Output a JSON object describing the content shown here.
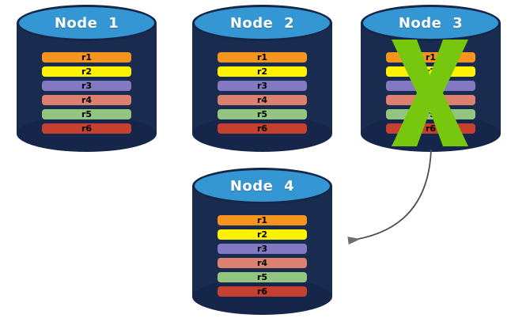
{
  "colors": {
    "background": "#FFFFFF",
    "cylinder_body": "#1A2B50",
    "cylinder_bottom": "#16254A",
    "cylinder_top_fill": "#3497D4",
    "node_label_text": "#FFFFFF",
    "row_label_text": "#000000",
    "failure_x": "#77C70E",
    "arrow_line": "#4D4D4D",
    "arrow_head": "#6E6E6E"
  },
  "nodes": [
    {
      "label": "Node 1",
      "failed": false,
      "rows": [
        {
          "label": "r1",
          "color": "#F7941E"
        },
        {
          "label": "r2",
          "color": "#FFF200"
        },
        {
          "label": "r3",
          "color": "#8379C2"
        },
        {
          "label": "r4",
          "color": "#DC8170"
        },
        {
          "label": "r5",
          "color": "#92C57F"
        },
        {
          "label": "r6",
          "color": "#C5402F"
        }
      ]
    },
    {
      "label": "Node 2",
      "failed": false,
      "rows": [
        {
          "label": "r1",
          "color": "#F7941E"
        },
        {
          "label": "r2",
          "color": "#FFF200"
        },
        {
          "label": "r3",
          "color": "#8379C2"
        },
        {
          "label": "r4",
          "color": "#DC8170"
        },
        {
          "label": "r5",
          "color": "#92C57F"
        },
        {
          "label": "r6",
          "color": "#C5402F"
        }
      ]
    },
    {
      "label": "Node 3",
      "failed": true,
      "rows": [
        {
          "label": "r1",
          "color": "#F7941E"
        },
        {
          "label": "r2",
          "color": "#FFF200"
        },
        {
          "label": "r3",
          "color": "#8379C2"
        },
        {
          "label": "r4",
          "color": "#DC8170"
        },
        {
          "label": "r5",
          "color": "#92C57F"
        },
        {
          "label": "r6",
          "color": "#C5402F"
        }
      ]
    },
    {
      "label": "Node 4",
      "failed": false,
      "rows": [
        {
          "label": "r1",
          "color": "#F7941E"
        },
        {
          "label": "r2",
          "color": "#FFF200"
        },
        {
          "label": "r3",
          "color": "#8379C2"
        },
        {
          "label": "r4",
          "color": "#DC8170"
        },
        {
          "label": "r5",
          "color": "#92C57F"
        },
        {
          "label": "r6",
          "color": "#C5402F"
        }
      ]
    }
  ]
}
